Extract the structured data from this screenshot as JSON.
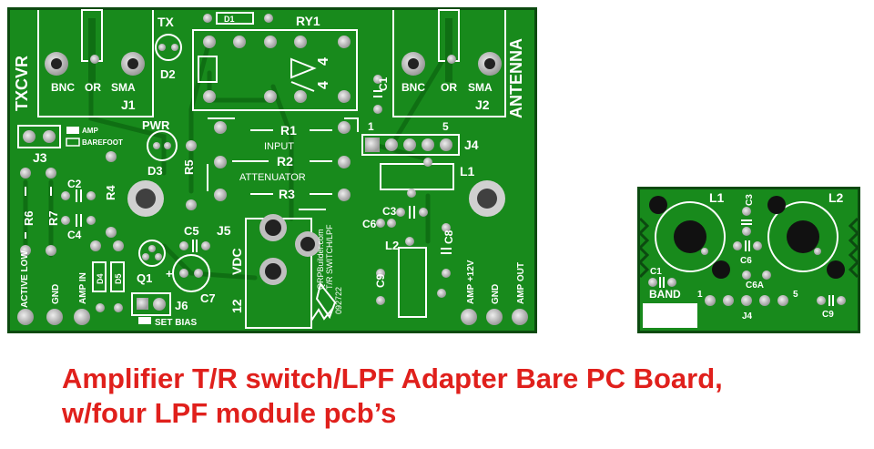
{
  "main_board": {
    "labels": {
      "txcvr": "TXCVR",
      "antenna": "ANTENNA",
      "tx": "TX",
      "d1": "D1",
      "ry1": "RY1",
      "bnc1": "BNC",
      "or1": "OR",
      "sma1": "SMA",
      "j1": "J1",
      "bnc2": "BNC",
      "or2": "OR",
      "sma2": "SMA",
      "j2": "J2",
      "d2": "D2",
      "pwr": "PWR",
      "amp": "AMP",
      "barefoot": "BAREFOOT",
      "j3": "J3",
      "d3": "D3",
      "r5": "R5",
      "r1": "R1",
      "input": "INPUT",
      "r2": "R2",
      "attenuator": "ATTENUATOR",
      "r3": "R3",
      "c1": "C1",
      "pin1": "1",
      "pin5": "5",
      "j4": "J4",
      "l1": "L1",
      "c2": "C2",
      "r4": "R4",
      "r6": "R6",
      "r7": "R7",
      "c4": "C4",
      "c5": "C5",
      "j5": "J5",
      "c3": "C3",
      "c6": "C6",
      "c8": "C8",
      "l2": "L2",
      "c9": "C9",
      "vdc": "VDC",
      "twelve": "12",
      "q1": "Q1",
      "plus": "+",
      "c7": "C7",
      "j6": "J6",
      "d4": "D4",
      "d5": "D5",
      "active_low": "ACTIVE LOW",
      "gnd1": "GND",
      "amp_in": "AMP IN",
      "set_bias": "SET BIAS",
      "qrp1": "QRPBuilder.com",
      "qrp2": "T/R SWITCH/LPF",
      "qrp3": "092722",
      "amp_12v": "AMP +12V",
      "gnd2": "GND",
      "amp_out": "AMP OUT"
    }
  },
  "lpf_board": {
    "labels": {
      "l1": "L1",
      "l2": "L2",
      "c3": "C3",
      "c6": "C6",
      "c1": "C1",
      "band": "BAND",
      "c6a": "C6A",
      "pin1": "1",
      "pin5": "5",
      "j4": "J4",
      "c9": "C9"
    }
  },
  "caption": {
    "line1": "Amplifier T/R switch/LPF Adapter Bare PC Board,",
    "line2": "w/four LPF module pcb’s"
  },
  "colors": {
    "board_green": "#188a1c",
    "board_edge": "#0c4a10",
    "silkscreen": "#ffffff",
    "pad_silver": "#c8c8c8",
    "trace_dark": "#0f6f13",
    "caption_red": "#e0201c"
  }
}
